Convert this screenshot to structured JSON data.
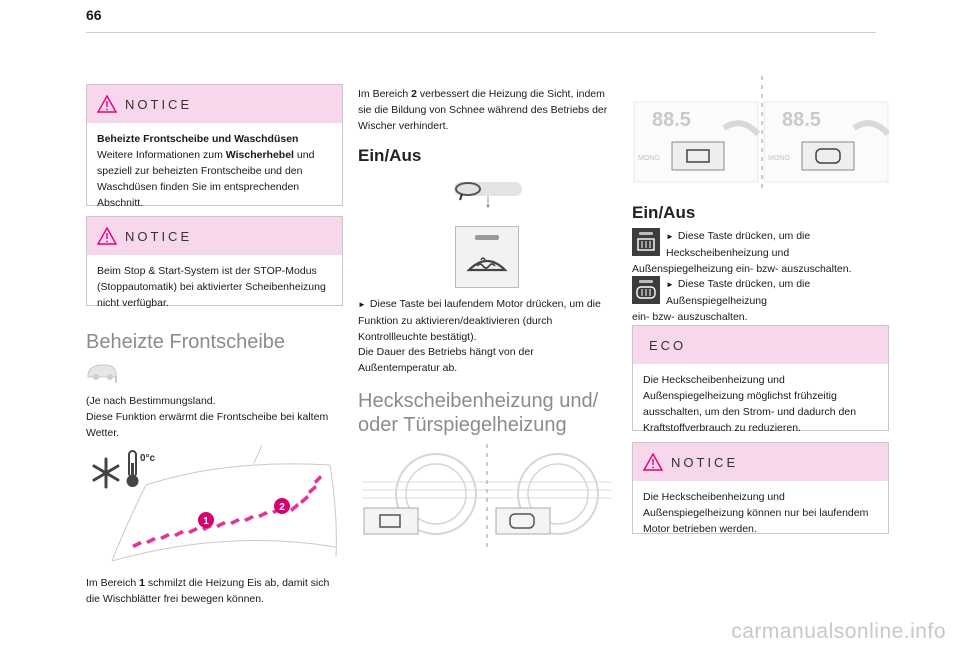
{
  "page": {
    "number": "66"
  },
  "notice1": {
    "label": "NOTICE",
    "title": "Beheizte Frontscheibe und Waschdüsen",
    "text_a": "Weitere Informationen zum ",
    "text_bold": "Wischerhebel",
    "text_b": " und speziell zur beheizten Frontscheibe und den Waschdüsen finden Sie im entsprechenden Abschnitt."
  },
  "notice2": {
    "label": "NOTICE",
    "text": "Beim Stop & Start-System ist der STOP-Modus (Stoppautomatik) bei aktivierter Scheibenheizung nicht verfügbar."
  },
  "section1": {
    "heading": "Beheizte Frontscheibe",
    "note": "(Je nach Bestimmungsland.",
    "desc": "Diese Funktion erwärmt die Frontscheibe bei kaltem Wetter.",
    "temp_label": "0°c",
    "marker1": "1",
    "marker2": "2",
    "zone1_a": "Im Bereich ",
    "zone1_num": "1",
    "zone1_b": " schmilzt die Heizung Eis ab, damit sich die Wischblätter frei bewegen können.",
    "zone2_a": "Im Bereich ",
    "zone2_num": "2",
    "zone2_b": " verbessert die Heizung die Sicht, indem sie die Bildung von Schnee während des Betriebs der Wischer verhindert."
  },
  "onoff1": {
    "heading": "Ein/Aus",
    "arrow": "►",
    "step1": "Diese Taste bei laufendem Motor drücken, um die Funktion zu aktivieren/deaktivieren (durch Kontrollleuchte bestätigt).",
    "step2": "Die Dauer des Betriebs hängt von der Außentemperatur ab."
  },
  "section2": {
    "heading_line1": "Heckscheibenheizung und/",
    "heading_line2": "oder Türspiegelheizung"
  },
  "panel": {
    "display1": "88.5",
    "display2": "88.5",
    "mono1": "MONO",
    "mono2": "MONO"
  },
  "onoff2": {
    "heading": "Ein/Aus",
    "arrow": "►",
    "step1_line1": "Diese Taste drücken, um die",
    "step1_line2": "Heckscheibenheizung und",
    "step1_line3": "Außenspiegelheizung ein- bzw- auszuschalten.",
    "step2_line1": "Diese Taste drücken, um die",
    "step2_line2": "Außenspiegelheizung",
    "step2_line3": "ein- bzw- auszuschalten."
  },
  "eco": {
    "label": "ECO",
    "text": "Die Heckscheibenheizung und Außenspiegelheizung möglichst frühzeitig ausschalten, um den Strom- und dadurch den Kraftstoffverbrauch zu reduzieren."
  },
  "notice3": {
    "label": "NOTICE",
    "text": "Die Heckscheibenheizung und Außenspiegelheizung können nur bei laufendem Motor betrieben werden."
  },
  "footer": {
    "watermark": "carmanualsonline.info"
  },
  "colors": {
    "notice_head": "#f7d7ec",
    "warning": "#e2007a",
    "heat": "#e0007a"
  }
}
